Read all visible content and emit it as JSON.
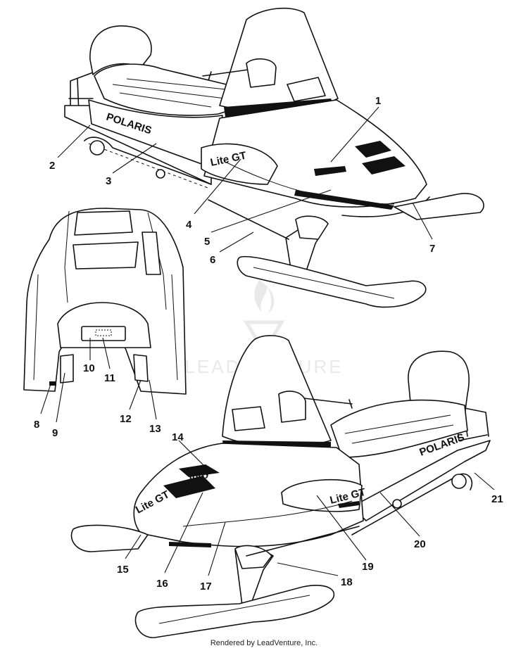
{
  "callouts": [
    "1",
    "2",
    "3",
    "4",
    "5",
    "6",
    "7",
    "8",
    "9",
    "10",
    "11",
    "12",
    "13",
    "14",
    "15",
    "16",
    "17",
    "18",
    "19",
    "20",
    "21"
  ],
  "decals": {
    "brand": "POLARIS",
    "model": "Lite GT",
    "script": "Indy"
  },
  "watermark": "LEADVENTURE",
  "footer": "Rendered by LeadVenture, Inc."
}
